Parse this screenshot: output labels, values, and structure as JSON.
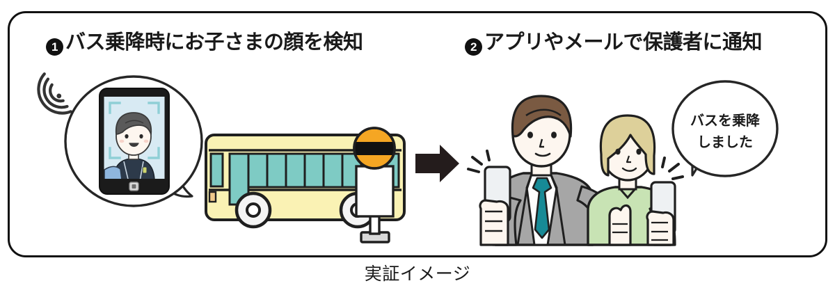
{
  "figure": {
    "caption": "実証イメージ",
    "frame_color": "#111111",
    "background": "#ffffff"
  },
  "steps": [
    {
      "number": "❶",
      "marker_glyph": "1",
      "title": "バス乗降時にお子さまの顔を検知",
      "scene": {
        "wifi_icon": "wifi-signal-icon",
        "device": "smartphone-face-detection",
        "subject": "schoolchild-portrait",
        "detection_frame_color": "#8fcfd6",
        "screen_background": "#d8eaf3",
        "child_hair_color": "#555555",
        "child_backpack_color": "#8fb6dd",
        "child_uniform_color": "#2d3a4a"
      }
    },
    {
      "number": "❷",
      "marker_glyph": "2",
      "title": "アプリやメールで保護者に通知",
      "scene": {
        "people": [
          "father-with-smartphone",
          "mother-with-smartphone"
        ],
        "father_suit_color": "#a6a6a6",
        "father_tie_color": "#178a96",
        "father_hair_color": "#7a5a42",
        "mother_top_color": "#c8e3b4",
        "mother_hair_color": "#ddd09a",
        "notification_marks": "emphasis-spark-lines"
      },
      "notification_bubble": {
        "line_1": "バスを乗降",
        "line_2": "しました"
      }
    }
  ],
  "middle": {
    "bus": {
      "label": "school-bus",
      "body_color": "#faf2b4",
      "window_color": "#7ecbc4",
      "outline_color": "#1f1f1f",
      "wheel_color": "#f2f2f2"
    },
    "bus_stop_sign": {
      "label": "bus-stop-sign",
      "disc_color": "#f5a623",
      "band_color": "#111111",
      "board_color": "#ffffff",
      "pole_color": "#d9d9d9"
    },
    "arrow": {
      "label": "flow-arrow-right",
      "color": "#241c1c",
      "direction": "right"
    }
  }
}
